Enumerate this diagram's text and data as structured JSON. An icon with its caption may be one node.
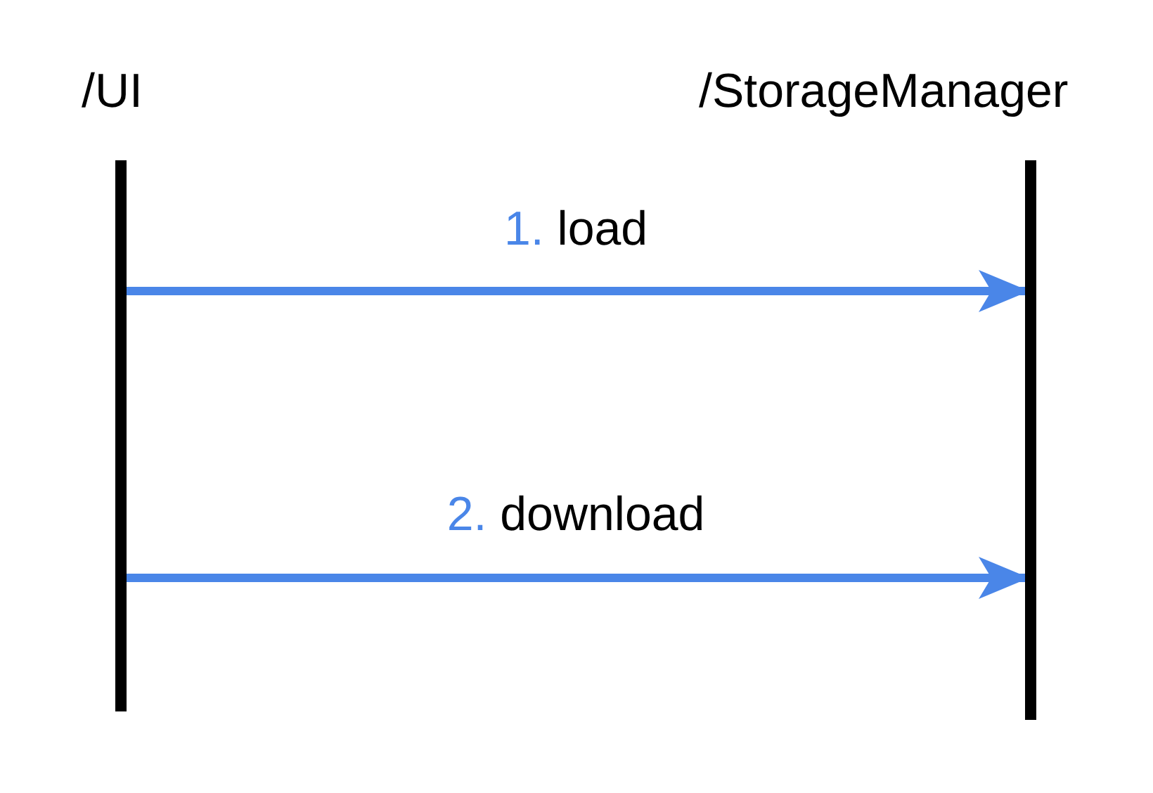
{
  "diagram": {
    "nodes": [
      {
        "text": [
          "/UI"
        ]
      },
      {
        "text": [
          "/StorageManager"
        ]
      }
    ],
    "edges": [
      {
        "from": 0,
        "to": 1,
        "arrow": "to",
        "label": "1. load"
      },
      {
        "from": 0,
        "to": 1,
        "arrow": "to",
        "label": "2. download"
      }
    ]
  }
}
